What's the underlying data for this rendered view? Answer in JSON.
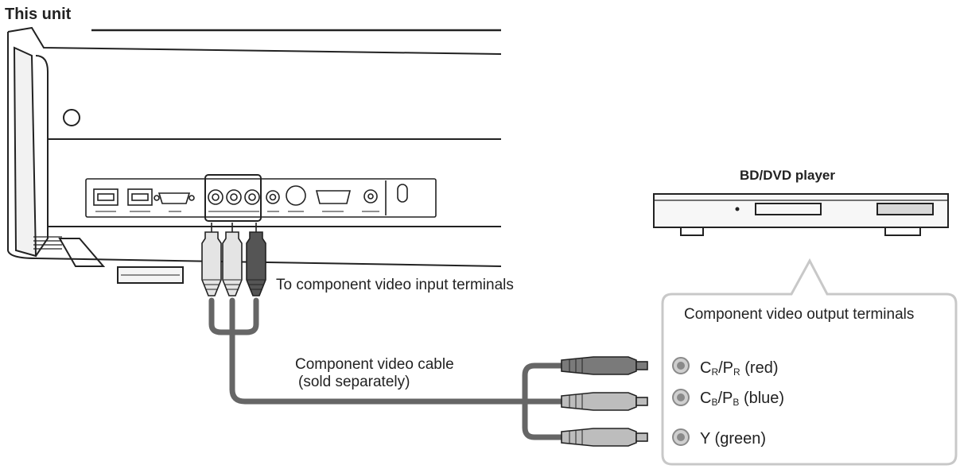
{
  "labels": {
    "this_unit": "This unit",
    "player": "BD/DVD player",
    "input_terminals": "To component video input terminals",
    "cable_line1": "Component video cable",
    "cable_line2": "(sold separately)",
    "output_terminals": "Component video output terminals"
  },
  "terminals": [
    {
      "main": "C",
      "sub": "R",
      "slash": "/P",
      "sub2": "R",
      "suffix": " (red)"
    },
    {
      "main": "C",
      "sub": "B",
      "slash": "/P",
      "sub2": "B",
      "suffix": " (blue)"
    },
    {
      "main": "Y",
      "sub": "",
      "slash": "",
      "sub2": "",
      "suffix": " (green)"
    }
  ],
  "colors": {
    "line": "#222222",
    "cable": "#666666",
    "callout_border": "#c8c8c8",
    "jack": "#8a8a8a"
  }
}
